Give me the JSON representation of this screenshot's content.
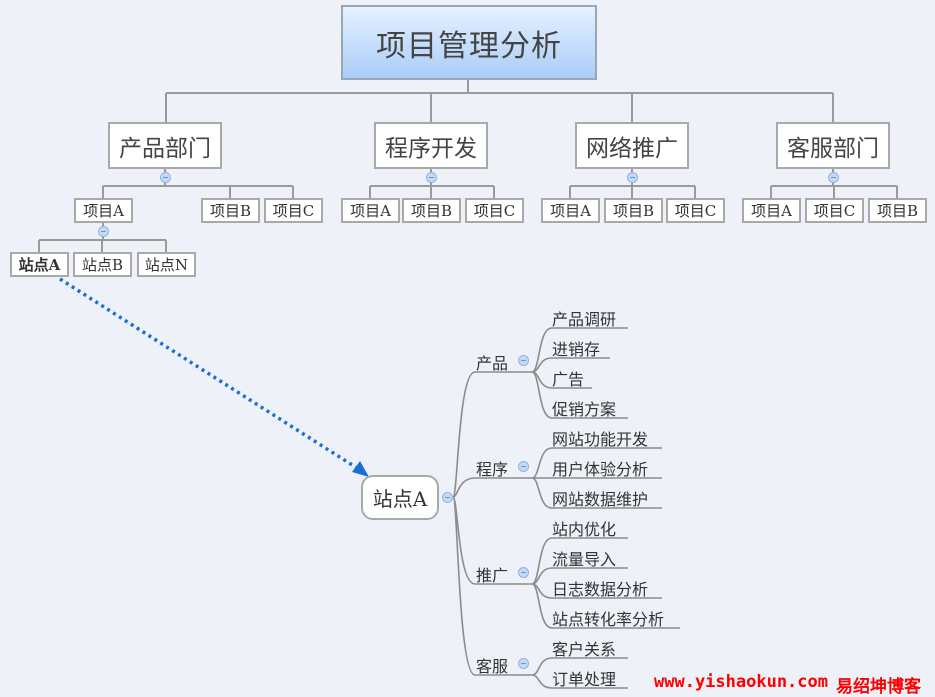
{
  "root": {
    "label": "项目管理分析"
  },
  "departments": [
    {
      "label": "产品部门",
      "projects": [
        "项目A",
        "项目B",
        "项目C"
      ]
    },
    {
      "label": "程序开发",
      "projects": [
        "项目A",
        "项目B",
        "项目C"
      ]
    },
    {
      "label": "网络推广",
      "projects": [
        "项目A",
        "项目B",
        "项目C"
      ]
    },
    {
      "label": "客服部门",
      "projects": [
        "项目A",
        "项目C",
        "项目B"
      ]
    }
  ],
  "sites": [
    "站点A",
    "站点B",
    "站点N"
  ],
  "detail": {
    "hub": "站点A",
    "categories": [
      {
        "label": "产品",
        "items": [
          "产品调研",
          "进销存",
          "广告",
          "促销方案"
        ]
      },
      {
        "label": "程序",
        "items": [
          "网站功能开发",
          "用户体验分析",
          "网站数据维护"
        ]
      },
      {
        "label": "推广",
        "items": [
          "站内优化",
          "流量导入",
          "日志数据分析",
          "站点转化率分析"
        ]
      },
      {
        "label": "客服",
        "items": [
          "客户关系",
          "订单处理"
        ]
      }
    ]
  },
  "watermark": {
    "url": "www.yishaokun.com",
    "name": "易绍坤博客"
  },
  "colors": {
    "arrow": "#1a6fd6",
    "watermark": "#ff0000",
    "root_fill": "#a9cdf7"
  }
}
